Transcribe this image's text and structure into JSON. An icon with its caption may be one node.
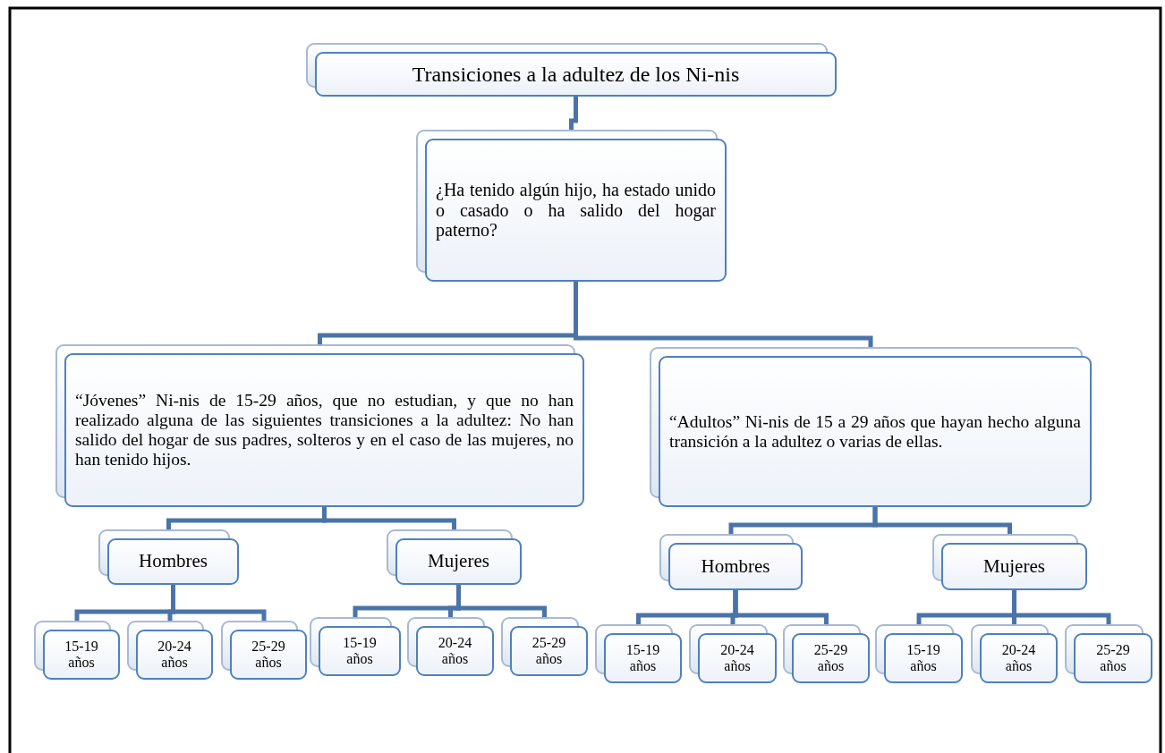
{
  "diagram": {
    "nodes": [
      {
        "text": [
          "Transiciones a la adultez de los Ni-nis"
        ]
      },
      {
        "text": [
          "¿Ha tenido algún hijo, ha estado unido o casado o ha salido del hogar paterno?"
        ]
      },
      {
        "text": [
          "“Jóvenes” Ni-nis de 15-29 años, que no estudian, y que no han realizado alguna de las siguientes transiciones a la adultez: No han salido del hogar de sus padres, solteros y en el caso de las mujeres, no han tenido hijos."
        ]
      },
      {
        "text": [
          "“Adultos” Ni-nis de 15 a 29 años que hayan hecho alguna transición a la adultez o varias de ellas."
        ]
      },
      {
        "text": [
          "Hombres"
        ]
      },
      {
        "text": [
          "Mujeres"
        ]
      },
      {
        "text": [
          "Hombres"
        ]
      },
      {
        "text": [
          "Mujeres"
        ]
      },
      {
        "text": [
          "15-19 años"
        ]
      },
      {
        "text": [
          "20-24 años"
        ]
      },
      {
        "text": [
          "25-29 años"
        ]
      },
      {
        "text": [
          "15-19 años"
        ]
      },
      {
        "text": [
          "20-24 años"
        ]
      },
      {
        "text": [
          "25-29 años"
        ]
      },
      {
        "text": [
          "15-19 años"
        ]
      },
      {
        "text": [
          "20-24 años"
        ]
      },
      {
        "text": [
          "25-29 años"
        ]
      },
      {
        "text": [
          "15-19 años"
        ]
      },
      {
        "text": [
          "20-24 años"
        ]
      },
      {
        "text": [
          "25-29 años"
        ]
      }
    ],
    "edges": [
      {
        "from": 0,
        "to": 1,
        "arrow": "none"
      },
      {
        "from": 1,
        "to": 2,
        "arrow": "none"
      },
      {
        "from": 1,
        "to": 3,
        "arrow": "none"
      },
      {
        "from": 2,
        "to": 4,
        "arrow": "none"
      },
      {
        "from": 2,
        "to": 5,
        "arrow": "none"
      },
      {
        "from": 3,
        "to": 6,
        "arrow": "none"
      },
      {
        "from": 3,
        "to": 7,
        "arrow": "none"
      },
      {
        "from": 4,
        "to": 8,
        "arrow": "none"
      },
      {
        "from": 4,
        "to": 9,
        "arrow": "none"
      },
      {
        "from": 4,
        "to": 10,
        "arrow": "none"
      },
      {
        "from": 5,
        "to": 11,
        "arrow": "none"
      },
      {
        "from": 5,
        "to": 12,
        "arrow": "none"
      },
      {
        "from": 5,
        "to": 13,
        "arrow": "none"
      },
      {
        "from": 6,
        "to": 14,
        "arrow": "none"
      },
      {
        "from": 6,
        "to": 15,
        "arrow": "none"
      },
      {
        "from": 6,
        "to": 16,
        "arrow": "none"
      },
      {
        "from": 7,
        "to": 17,
        "arrow": "none"
      },
      {
        "from": 7,
        "to": 18,
        "arrow": "none"
      },
      {
        "from": 7,
        "to": 19,
        "arrow": "none"
      }
    ]
  }
}
